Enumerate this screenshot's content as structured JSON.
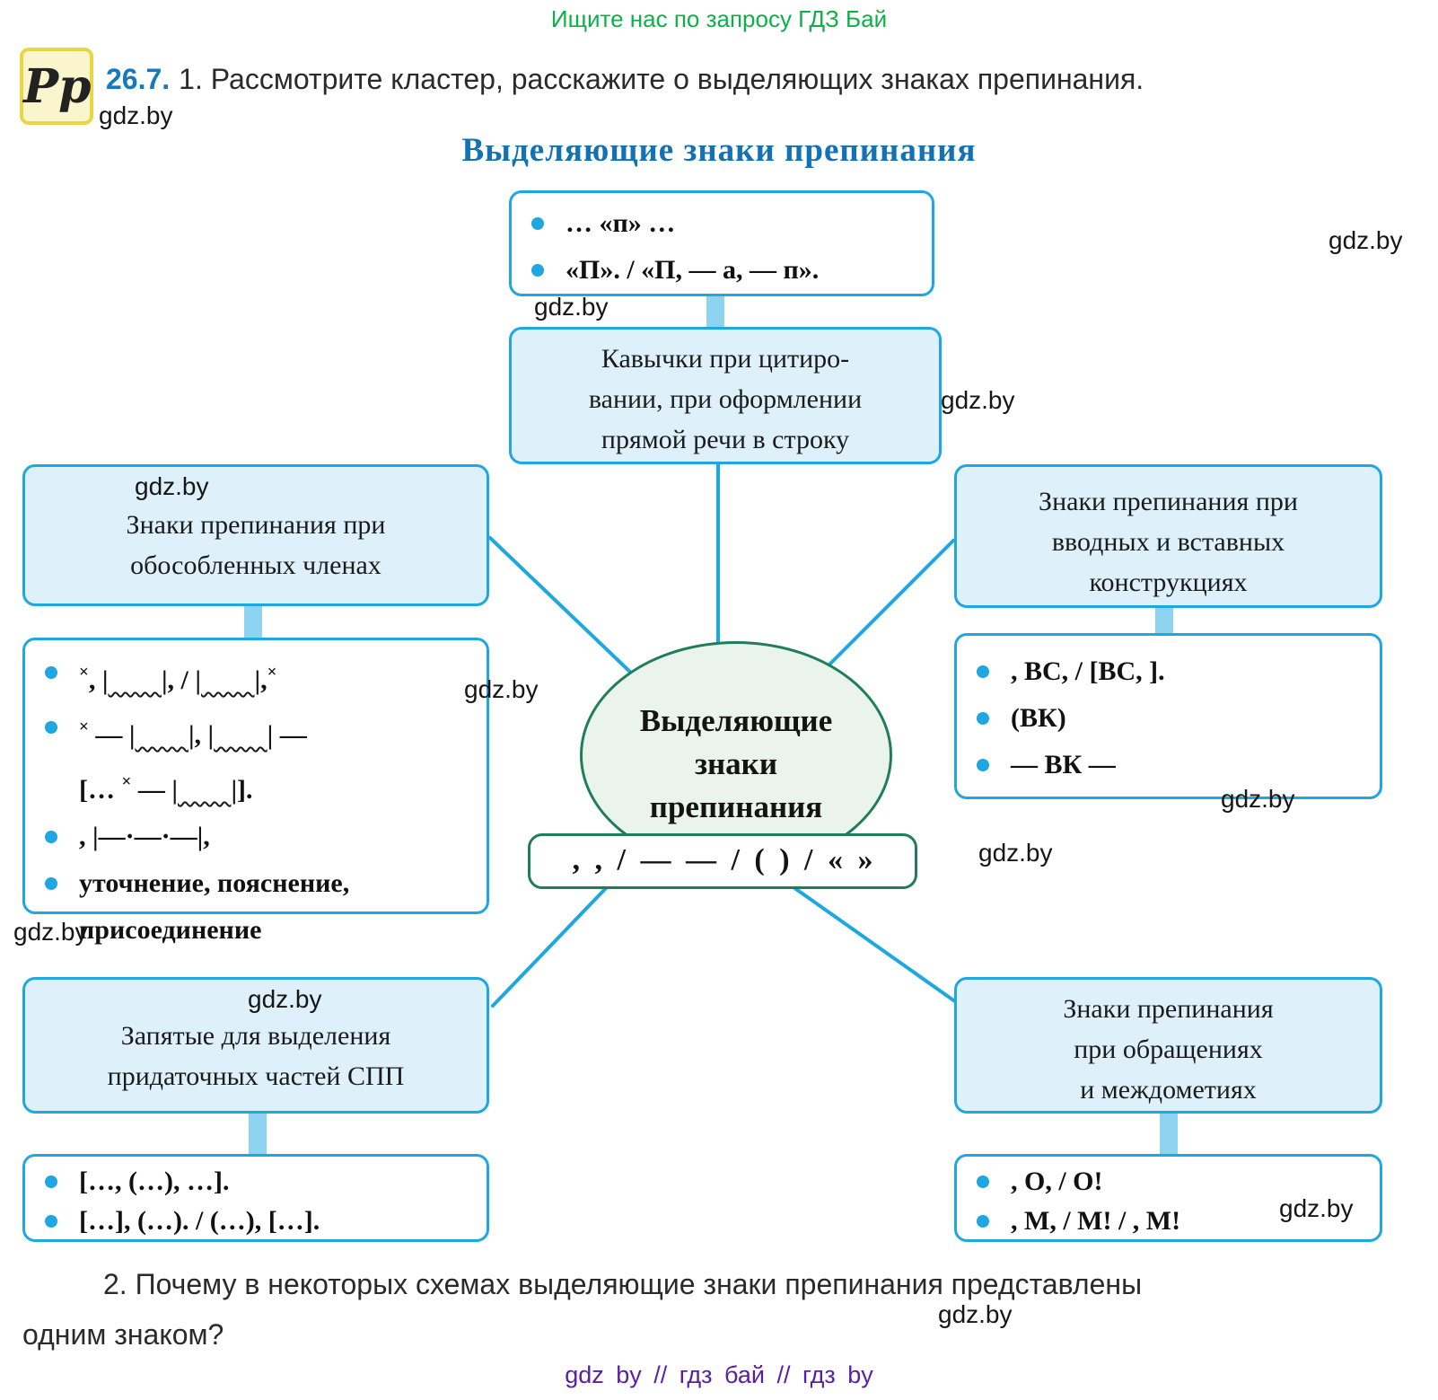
{
  "promo": "Ищите нас по запросу ГДЗ Бай",
  "watermark": "gdz.by",
  "logo_glyph": "Рр",
  "exercise": {
    "number": "26.7.",
    "task1": "1. Рассмотрите кластер, расскажите о выделяющих знаках препинания.",
    "task2_line1": "2. Почему в некоторых схемах выделяющие знаки препинания представлены",
    "task2_line2": "одним знаком?"
  },
  "title": "Выделяющие знаки препинания",
  "center": {
    "line1": "Выделяющие",
    "line2": "знаки",
    "line3": "препинания",
    "signs": ", ,  /  — —  /  ( )  /  « »"
  },
  "quotes_schema": {
    "item1": "… «п» …",
    "item2": "«П». / «П, — а, — п»."
  },
  "quotes_label": {
    "line1": "Кавычки при цитиро-",
    "line2": "вании, при оформлении",
    "line3": "прямой речи в строку"
  },
  "isolated": {
    "label_line1": "Знаки препинания при",
    "label_line2": "обособленных членах",
    "r1": {
      "sup1": "×",
      "t1": ", |",
      "t2": "|, / |",
      "t3": "|,",
      "sup2": "×"
    },
    "r2": {
      "sup1": "×",
      "t1": " — |",
      "t2": "|, |",
      "t3": "| —"
    },
    "r3": {
      "t1": "[… ",
      "sup": "×",
      "t2": " — |",
      "t3": "|]."
    },
    "r4": ", |—·—·—|,",
    "r5a": "уточнение, пояснение,",
    "r5b": "присоединение"
  },
  "introductory": {
    "label_line1": "Знаки препинания при",
    "label_line2": "вводных и вставных",
    "label_line3": "конструкциях",
    "item1": ", ВС, / [ВС,  ].",
    "item2": "(ВК)",
    "item3": "— ВК —"
  },
  "subordinate": {
    "label_line1": "Запятые для выделения",
    "label_line2": "придаточных частей СПП",
    "item1": "[…, (…), …].",
    "item2": "[…], (…). / (…), […]."
  },
  "address": {
    "label_line1": "Знаки препинания",
    "label_line2": "при обращениях",
    "label_line3": "и междометиях",
    "item1": ", О, / О!",
    "item2": ", М, / М! / , М!"
  },
  "footer": "gdz by  //  гдз бай  //  гдз by",
  "colors": {
    "accent_blue": "#1ea7e0",
    "light_blue_fill": "#def1fb",
    "connector_light_blue": "#8ed3f0",
    "green_border": "#1f7e58",
    "green_fill": "#eaf3ec",
    "title_blue": "#1272b4",
    "promo_green": "#0eb04a",
    "footer_purple": "#5a1fa0",
    "exercise_number_blue": "#1679bd"
  }
}
